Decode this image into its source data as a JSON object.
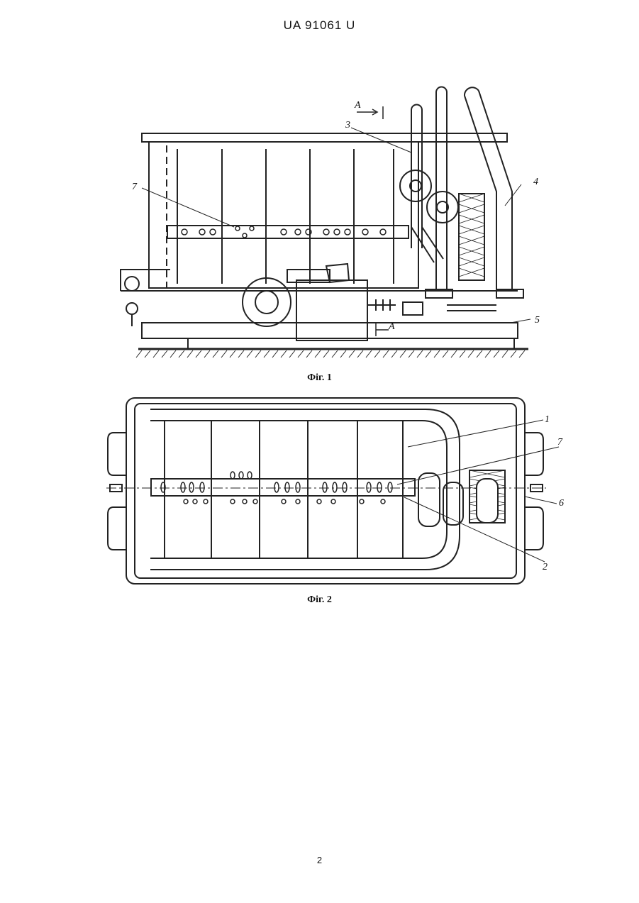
{
  "header": {
    "doc_number": "UA   91061   U"
  },
  "figure1": {
    "caption": "Фіг. 1",
    "labels": {
      "section_a_top": "A",
      "section_a_bottom": "A",
      "l3": "3",
      "l4": "4",
      "l5": "5",
      "l7": "7"
    }
  },
  "figure2": {
    "caption": "Фіг. 2",
    "labels": {
      "l1": "1",
      "l2": "2",
      "l6": "6",
      "l7": "7"
    }
  },
  "footer": {
    "page_number": "2"
  }
}
